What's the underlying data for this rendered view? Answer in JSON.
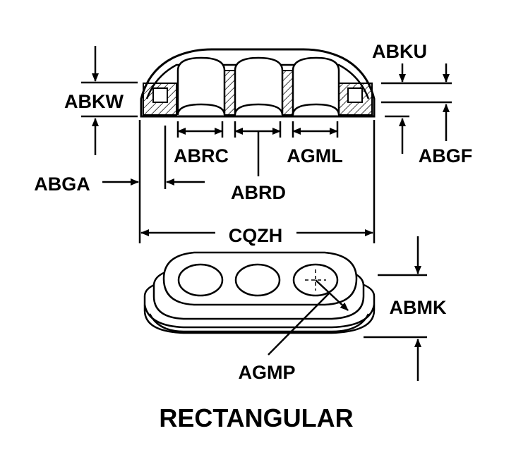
{
  "diagram": {
    "title": "RECTANGULAR",
    "labels": {
      "abku": "ABKU",
      "abkw": "ABKW",
      "abrc": "ABRC",
      "agml": "AGML",
      "abgf": "ABGF",
      "abga": "ABGA",
      "abrd": "ABRD",
      "cqzh": "CQZH",
      "abmk": "ABMK",
      "agmp": "AGMP"
    }
  }
}
